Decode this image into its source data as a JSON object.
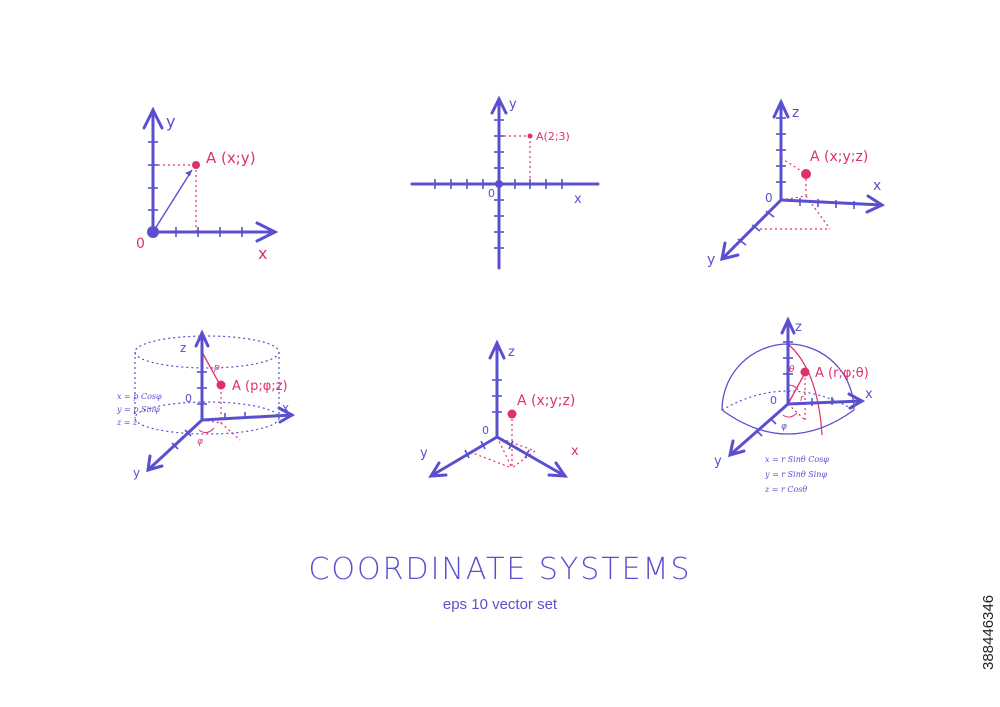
{
  "title": "COORDINATE SYSTEMS",
  "subtitle": "eps 10 vector set",
  "stock_id": "388446346",
  "colors": {
    "axis": "#5a4fcf",
    "point": "#e0306a"
  },
  "diagrams": {
    "d1": {
      "x": "x",
      "y": "y",
      "origin": "0",
      "point": "A (x;y)"
    },
    "d2": {
      "x": "x",
      "y": "y",
      "origin": "0",
      "point": "A(2;3)"
    },
    "d3": {
      "x": "x",
      "y": "y",
      "z": "z",
      "origin": "0",
      "point": "A (x;y;z)"
    },
    "d4": {
      "x": "x",
      "y": "y",
      "z": "z",
      "origin": "0",
      "point": "A (p;φ;z)",
      "rho": "p",
      "phi": "φ",
      "formulas": [
        "x = p Cosφ",
        "y = p Sinφ",
        "z = z"
      ]
    },
    "d5": {
      "x": "x",
      "y": "y",
      "z": "z",
      "origin": "0",
      "point": "A (x;y;z)"
    },
    "d6": {
      "x": "x",
      "y": "y",
      "z": "z",
      "origin": "0",
      "point": "A (r;φ;θ)",
      "r": "r",
      "phi": "φ",
      "theta": "θ",
      "formulas": [
        "x = r Sinθ Cosφ",
        "y = r Sinθ Sinφ",
        "z = r Cosθ"
      ]
    }
  }
}
